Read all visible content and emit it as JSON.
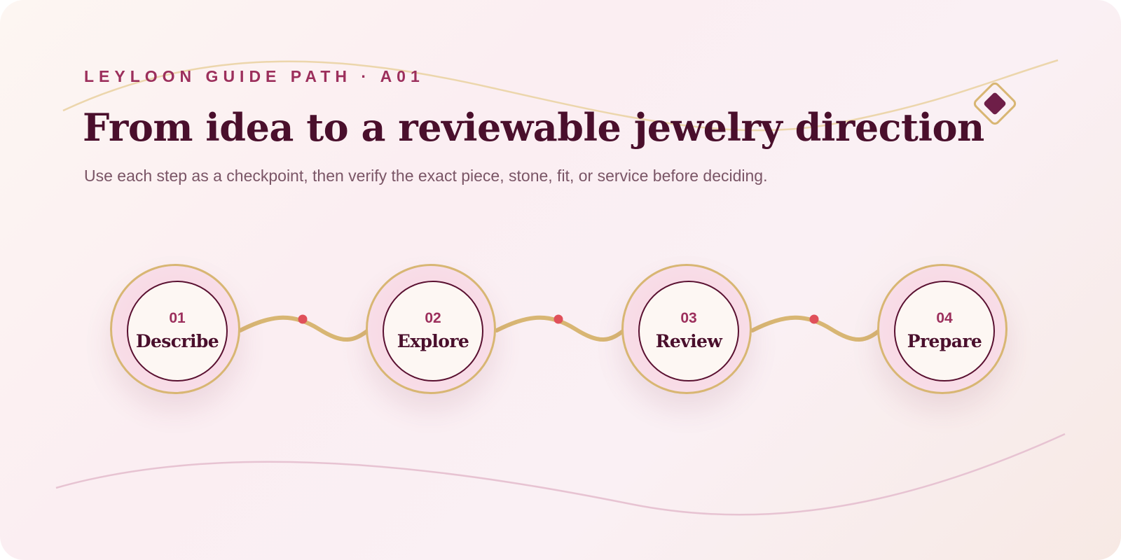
{
  "header": {
    "eyebrow": "LEYLOON GUIDE PATH · A01",
    "title": "From idea to a reviewable jewelry direction",
    "subtitle": "Use each step as a checkpoint, then verify the exact piece, stone, fit, or service before deciding."
  },
  "badge": {
    "icon": "diamond-icon"
  },
  "steps": [
    {
      "number": "01",
      "label": "Describe"
    },
    {
      "number": "02",
      "label": "Explore"
    },
    {
      "number": "03",
      "label": "Review"
    },
    {
      "number": "04",
      "label": "Prepare"
    }
  ],
  "colors": {
    "accent": "#9c2f5c",
    "title": "#4a0f2c",
    "gold": "#d8b673",
    "dot": "#e0505a",
    "badge_fill": "#6e1e48"
  }
}
